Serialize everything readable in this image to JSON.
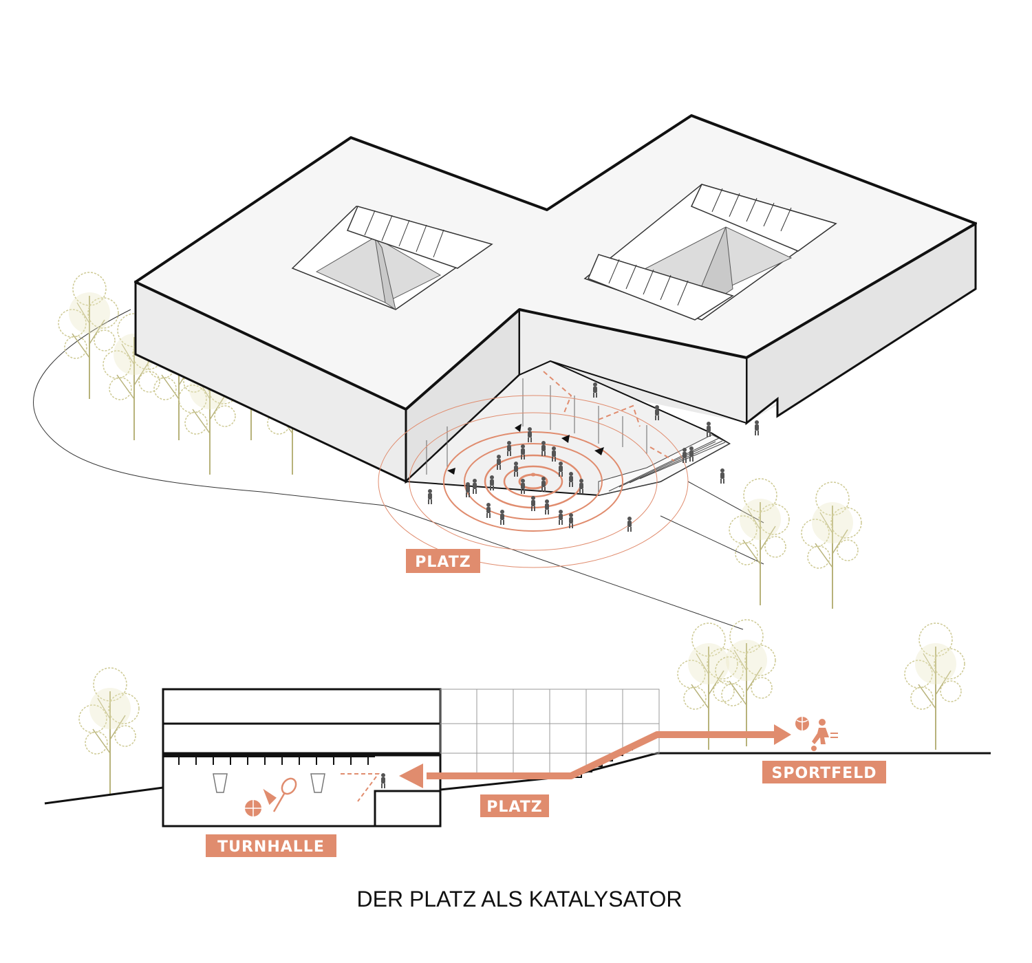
{
  "title": "DER PLATZ ALS KATALYSATOR",
  "labels": {
    "platz_axon": "PLATZ",
    "platz_section": "PLATZ",
    "sportfeld": "SPORTFELD",
    "turnhalle": "TURNHALLE"
  },
  "colors": {
    "accent": "#e08c6e",
    "outline": "#111111",
    "roof": "#f4f4f4",
    "wall": "#eaeaea",
    "tree": "#c9c58a",
    "people": "#555555"
  },
  "icons": [
    "basketball-icon",
    "badminton-icon",
    "soccer-player-icon",
    "volleyball-icon",
    "basketball-hoop-icon"
  ]
}
